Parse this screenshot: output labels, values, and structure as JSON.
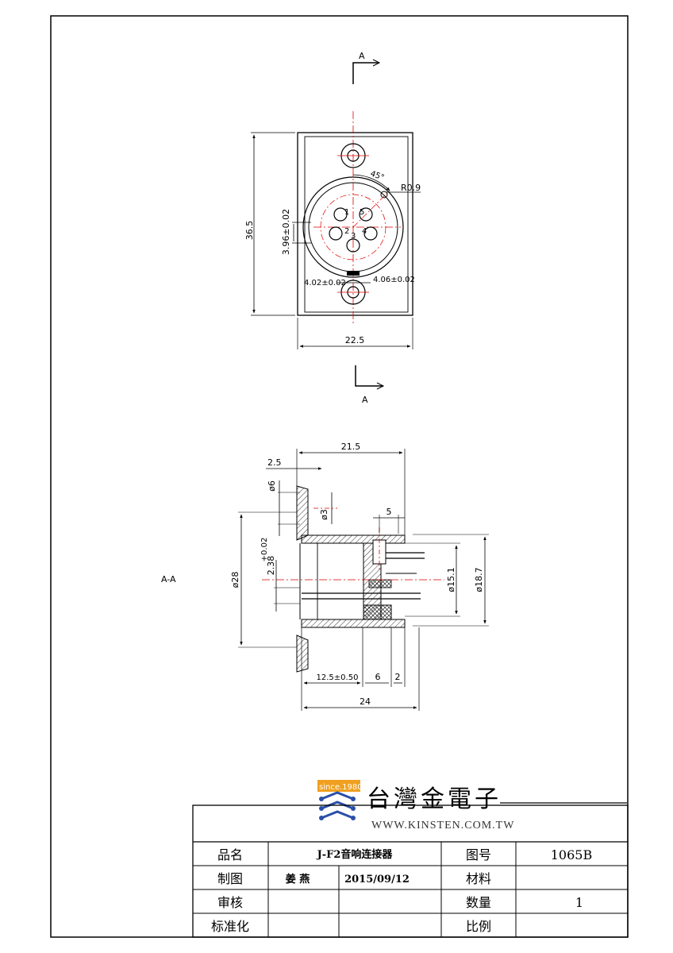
{
  "section_marks": {
    "top": "A",
    "bottom": "A",
    "view_label": "A-A"
  },
  "front_view": {
    "height": "36.5",
    "width": "22.5",
    "angle": "45°",
    "radius": "R0.9",
    "pin_offset_y": "3.96±0.02",
    "pin_offset_left": "4.02±0.02",
    "pin_offset_right": "4.06±0.02",
    "pins": [
      "1",
      "2",
      "3",
      "4",
      "5"
    ]
  },
  "section_view": {
    "total_length": "21.5",
    "flange": "2.5",
    "hole_d6": "ø6",
    "hole_d3": "ø3",
    "pin_depth": "5",
    "slot": "2.38",
    "slot_tol": "+0.02",
    "diameter_28": "ø28",
    "diameter_15": "ø15.1",
    "diameter_18": "ø18.7",
    "len_a": "12.5±0.50",
    "len_b": "6",
    "len_c": "2",
    "overall": "24"
  },
  "logo": {
    "since": "since.1980",
    "company": "台灣金電子",
    "url": "WWW.KINSTEN.COM.TW"
  },
  "title_block": {
    "name_label": "品名",
    "name_value": "J-F2音响连接器",
    "drawing_no_label": "图号",
    "drawing_no_value": "1065B",
    "drawn_label": "制图",
    "drawn_by": "姜 燕",
    "date": "2015/09/12",
    "material_label": "材料",
    "material_value": "",
    "review_label": "审核",
    "quantity_label": "数量",
    "quantity_value": "1",
    "standard_label": "标准化",
    "scale_label": "比例",
    "scale_value": ""
  }
}
